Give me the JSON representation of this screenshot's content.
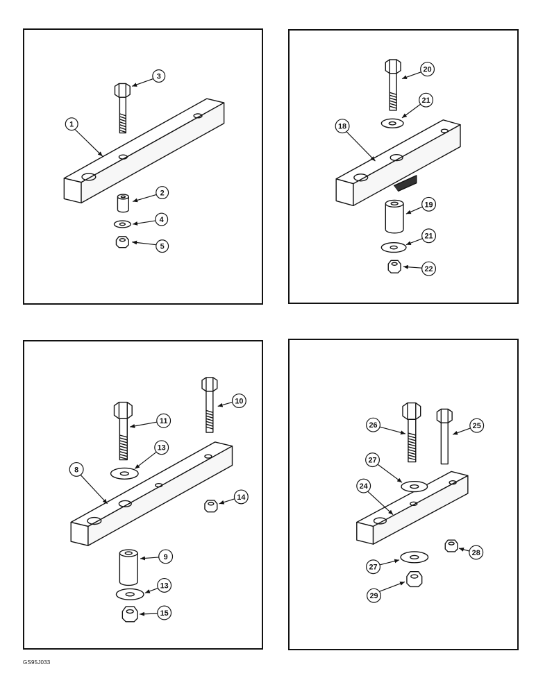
{
  "figure_code": "GS95J033",
  "panels": {
    "top_left": {
      "callouts": {
        "c1": "1",
        "c2": "2",
        "c3": "3",
        "c4": "4",
        "c5": "5"
      }
    },
    "top_right": {
      "callouts": {
        "c18": "18",
        "c19": "19",
        "c20": "20",
        "c21a": "21",
        "c21b": "21",
        "c22": "22"
      }
    },
    "bottom_left": {
      "callouts": {
        "c8": "8",
        "c9": "9",
        "c10": "10",
        "c11": "11",
        "c13a": "13",
        "c13b": "13",
        "c14": "14",
        "c15": "15"
      }
    },
    "bottom_right": {
      "callouts": {
        "c24": "24",
        "c25": "25",
        "c26": "26",
        "c27a": "27",
        "c27b": "27",
        "c28": "28",
        "c29": "29"
      }
    }
  }
}
